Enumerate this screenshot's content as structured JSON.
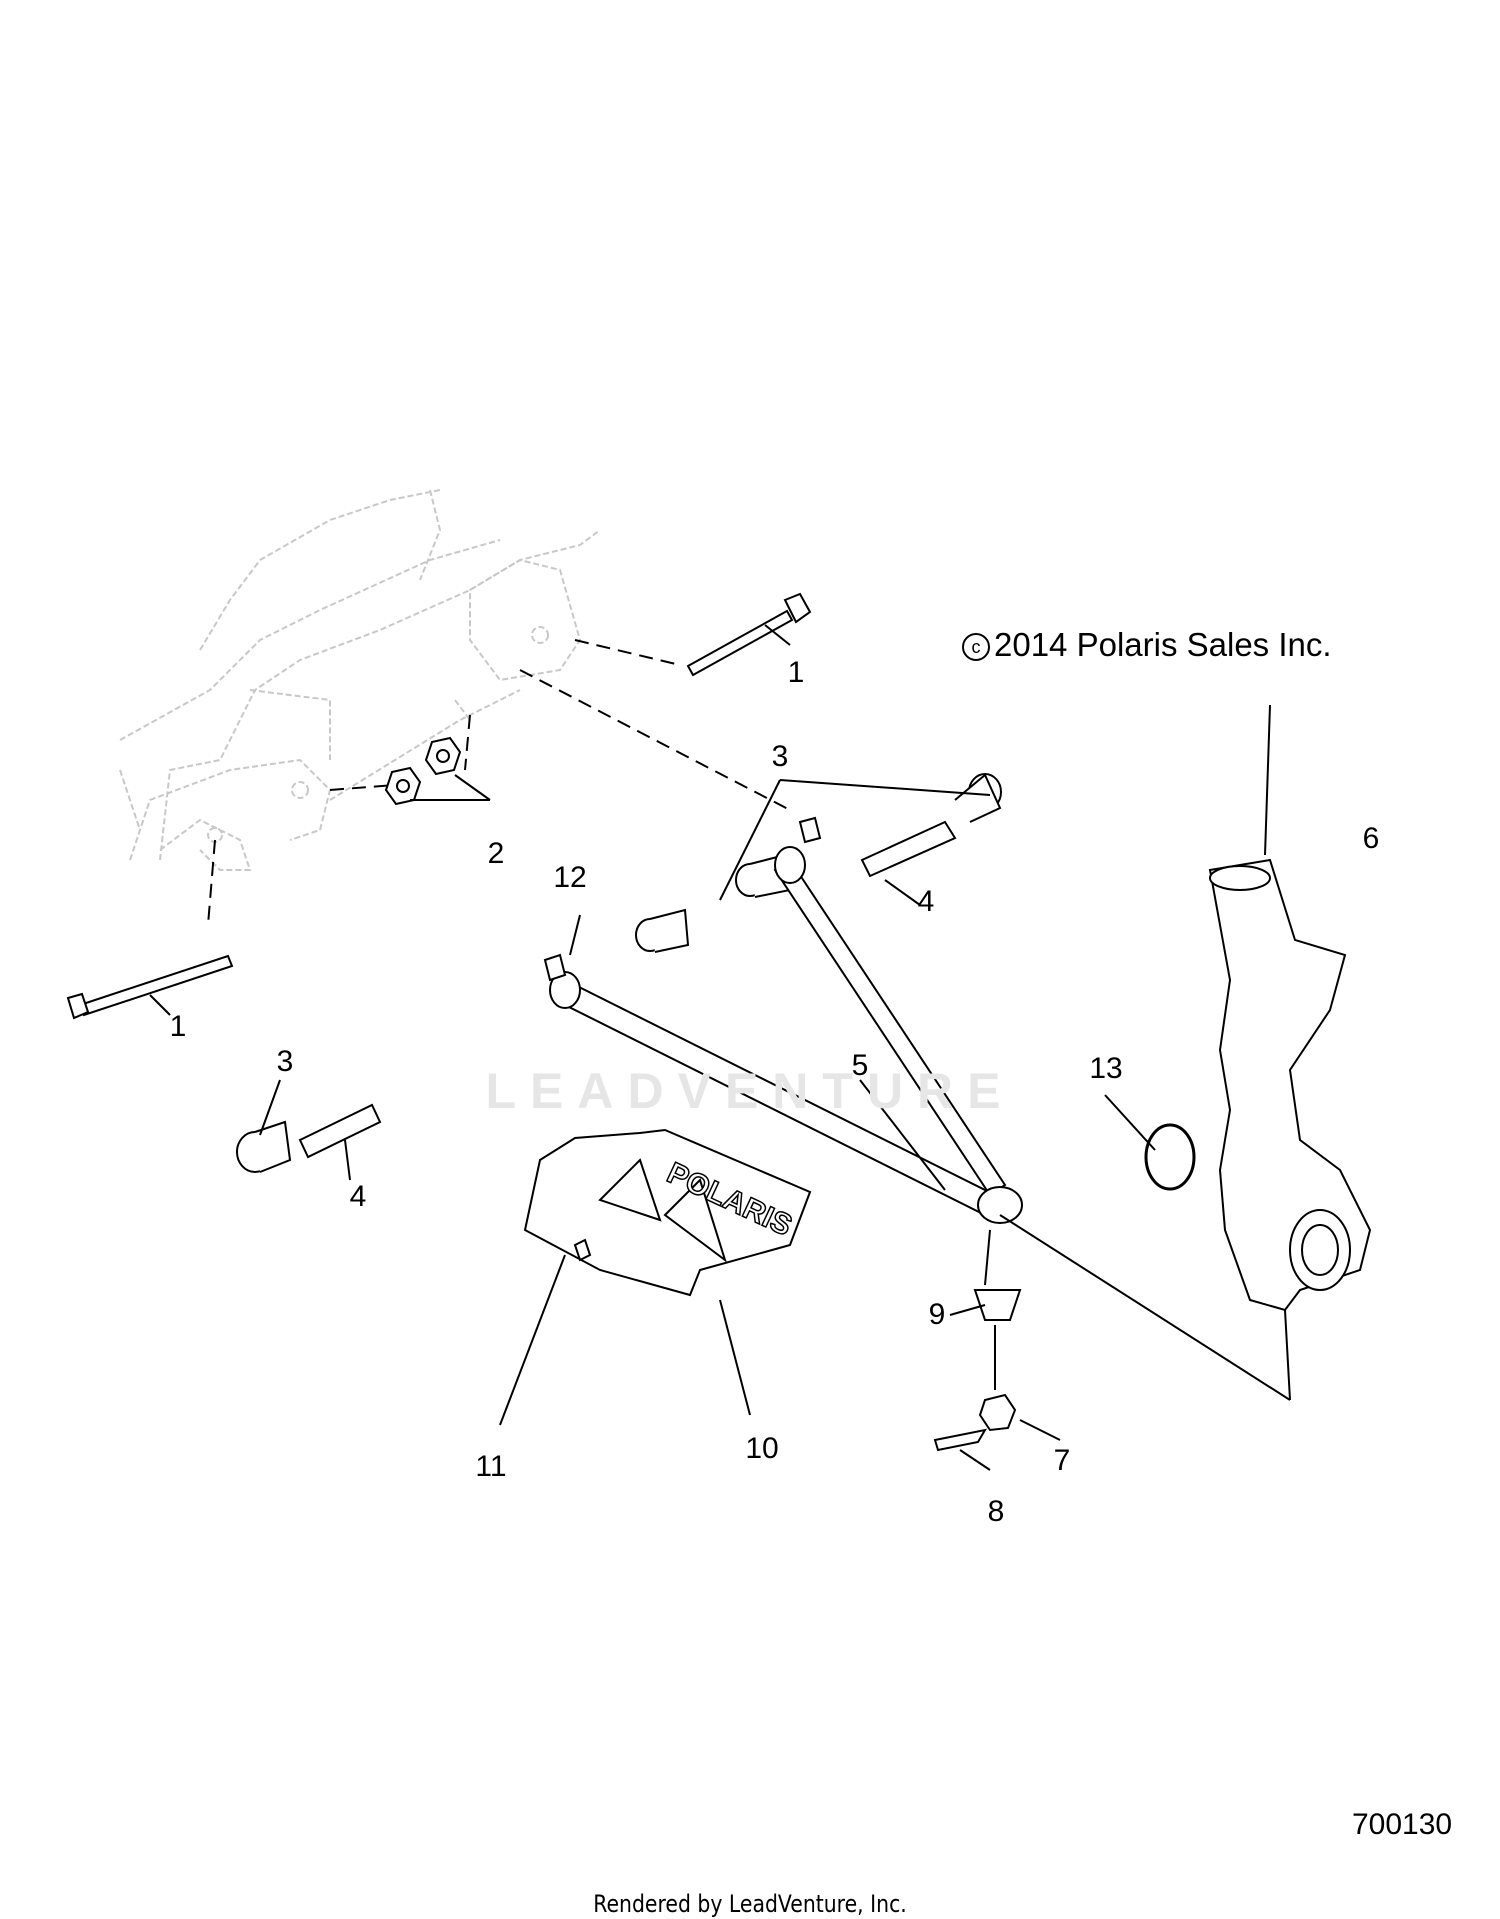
{
  "copyright": {
    "symbol": "c",
    "text": "2014 Polaris Sales Inc."
  },
  "reference_number": "700130",
  "rendered_by": "Rendered by LeadVenture, Inc.",
  "watermark": "LEADVENTURE",
  "brand_on_guard": "POLARIS",
  "callouts": {
    "c1_top": "1",
    "c1_left": "1",
    "c2": "2",
    "c3_top": "3",
    "c3_left": "3",
    "c4_top": "4",
    "c4_left": "4",
    "c5": "5",
    "c6": "6",
    "c7": "7",
    "c8": "8",
    "c9": "9",
    "c10": "10",
    "c11": "11",
    "c12": "12",
    "c13": "13"
  }
}
